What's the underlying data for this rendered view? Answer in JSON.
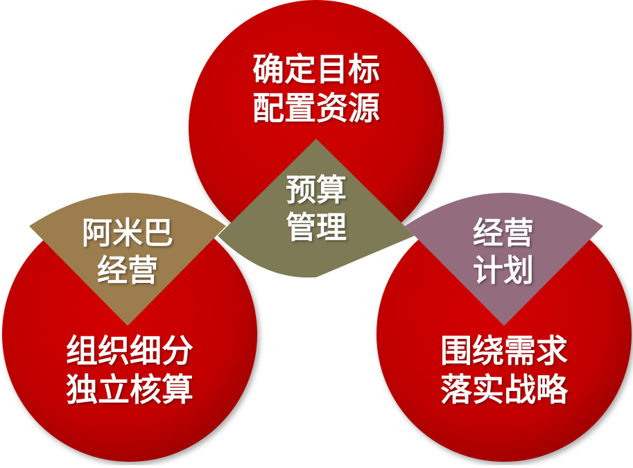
{
  "colors": {
    "circle_red": "#c00000",
    "circle_red_dark": "#8f0000",
    "amoeba_wedge": "#9b7d4e",
    "budget_wedge": "#7e7a55",
    "plan_wedge": "#936d7e",
    "text": "#ffffff"
  },
  "top_circle": {
    "line1": "确定目标",
    "line2": "配置资源"
  },
  "left_circle": {
    "line1": "组织细分",
    "line2": "独立核算"
  },
  "right_circle": {
    "line1": "围绕需求",
    "line2": "落实战略"
  },
  "left_overlap": {
    "line1": "阿米巴",
    "line2": "经营"
  },
  "center_overlap": {
    "line1": "预算",
    "line2": "管理"
  },
  "right_overlap": {
    "line1": "经营",
    "line2": "计划"
  }
}
